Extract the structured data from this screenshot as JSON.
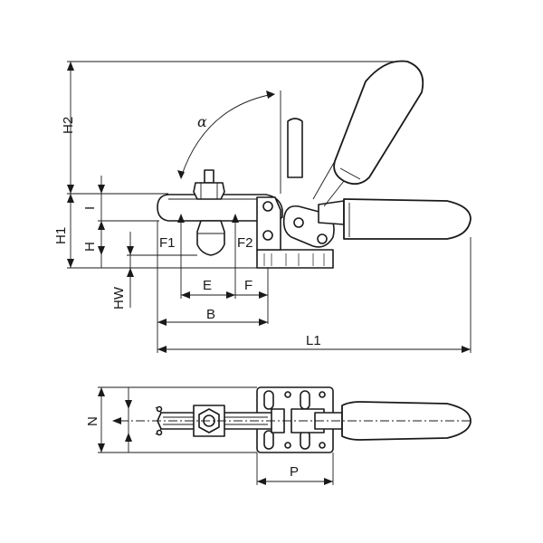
{
  "labels": {
    "h2": "H2",
    "alpha": "α",
    "i": "I",
    "h1": "H1",
    "h": "H",
    "f1": "F1",
    "f2": "F2",
    "hw": "HW",
    "e": "E",
    "f": "F",
    "b": "B",
    "l1": "L1",
    "n": "N",
    "p": "P"
  }
}
